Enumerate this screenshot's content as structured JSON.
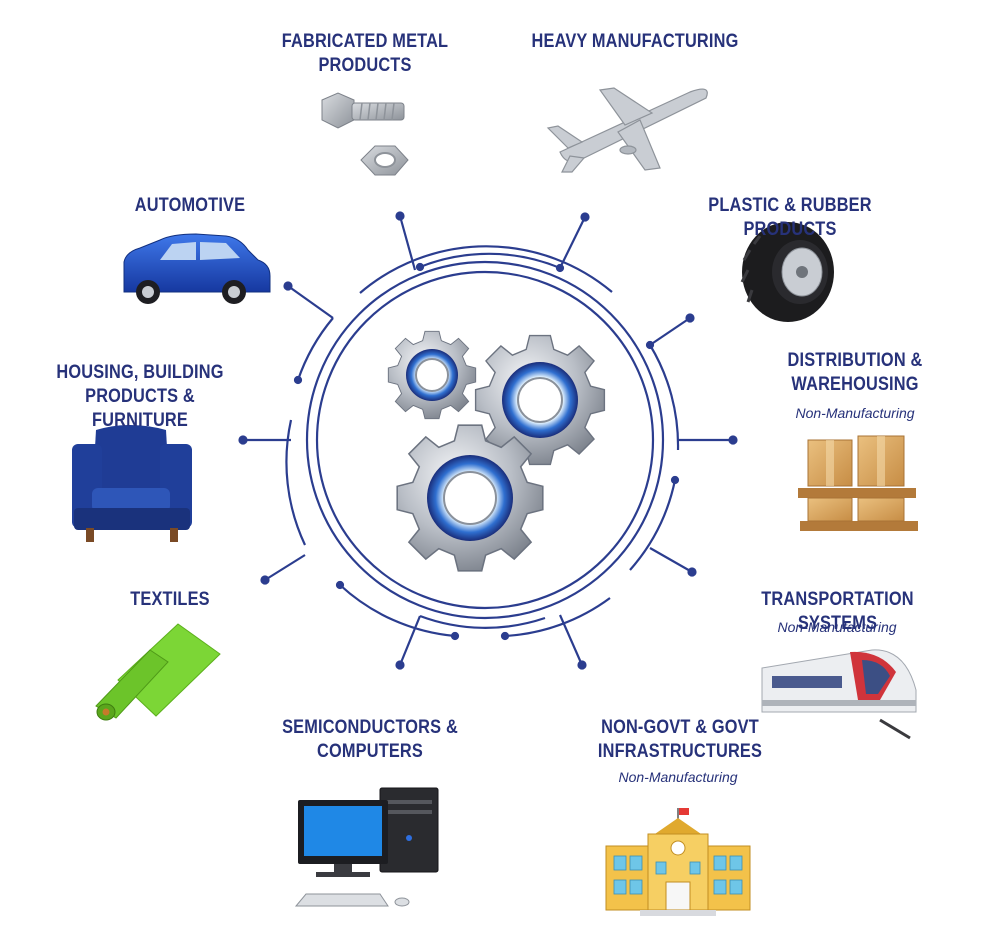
{
  "labels": {
    "fabricated_metal": "FABRICATED METAL\nPRODUCTS",
    "heavy_manufacturing": "HEAVY MANUFACTURING",
    "automotive": "AUTOMOTIVE",
    "plastic_rubber": "PLASTIC & RUBBER PRODUCTS",
    "housing": "HOUSING, BUILDING\nPRODUCTS & FURNITURE",
    "distribution": "DISTRIBUTION &\nWAREHOUSING",
    "textiles": "TEXTILES",
    "transportation": "TRANSPORTATION SYSTEMS",
    "semiconductors": "SEMICONDUCTORS &\nCOMPUTERS",
    "infrastructures": "NON-GOVT & GOVT\nINFRASTRUCTURES"
  },
  "sublabels": {
    "distribution": "Non-Manufacturing",
    "transportation": "Non-Manufacturing",
    "infrastructures": "Non-Manufacturing"
  },
  "icons": {
    "fabricated_metal": "bolt-and-nut-icon",
    "heavy_manufacturing": "airplane-icon",
    "automotive": "car-icon",
    "plastic_rubber": "tire-icon",
    "housing": "armchair-icon",
    "distribution": "boxes-on-pallet-icon",
    "textiles": "fabric-roll-icon",
    "transportation": "train-icon",
    "semiconductors": "desktop-computer-icon",
    "infrastructures": "building-icon",
    "center": "gears-icon"
  },
  "colors": {
    "label": "#27327a",
    "circuit": "#2b3d8f",
    "car": "#1f4fc8",
    "chair": "#203f9a",
    "fabric": "#7cd636",
    "building": "#f3c24a",
    "box": "#d9a55c"
  }
}
